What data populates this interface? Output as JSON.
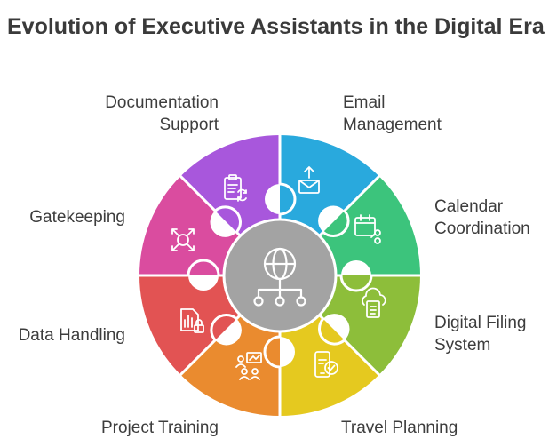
{
  "title": "Evolution of Executive Assistants in the Digital Era",
  "center": {
    "icon": "globe-network-icon",
    "color": "#A3A3A3"
  },
  "segments": [
    {
      "key": "email",
      "label_lines": [
        "Email",
        "Management"
      ],
      "color": "#29A9DD",
      "icon": "mail-upload-icon"
    },
    {
      "key": "calendar",
      "label_lines": [
        "Calendar",
        "Coordination"
      ],
      "color": "#3CC47C",
      "icon": "calendar-share-icon"
    },
    {
      "key": "filing",
      "label_lines": [
        "Digital Filing",
        "System"
      ],
      "color": "#8DBE3A",
      "icon": "cloud-document-icon"
    },
    {
      "key": "travel",
      "label_lines": [
        "Travel Planning"
      ],
      "color": "#E5C91F",
      "icon": "mobile-booking-icon"
    },
    {
      "key": "training",
      "label_lines": [
        "Project Training"
      ],
      "color": "#EA8B2F",
      "icon": "team-training-icon"
    },
    {
      "key": "data",
      "label_lines": [
        "Data Handling"
      ],
      "color": "#E25353",
      "icon": "data-chart-lock-icon"
    },
    {
      "key": "gatekeeping",
      "label_lines": [
        "Gatekeeping"
      ],
      "color": "#DA4C9F",
      "icon": "gate-arrows-icon"
    },
    {
      "key": "documentation",
      "label_lines": [
        "Documentation",
        "Support"
      ],
      "color": "#A857DC",
      "icon": "clipboard-sync-icon"
    }
  ]
}
